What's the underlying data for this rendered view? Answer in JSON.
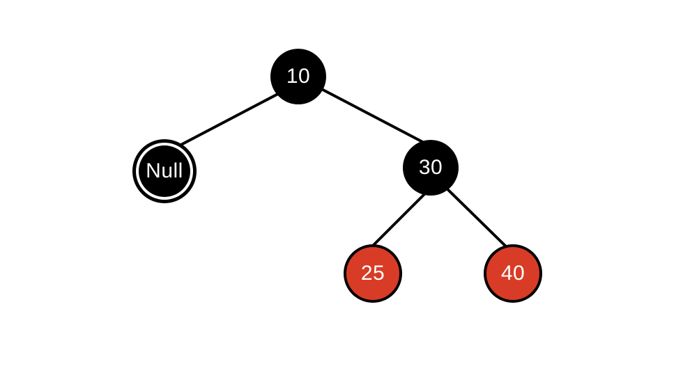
{
  "diagram": {
    "kind": "red-black-tree",
    "nodes": [
      {
        "id": "10",
        "label": "10",
        "color": "black",
        "double_ring": false
      },
      {
        "id": "null",
        "label": "Null",
        "color": "black",
        "double_ring": true
      },
      {
        "id": "30",
        "label": "30",
        "color": "black",
        "double_ring": false
      },
      {
        "id": "25",
        "label": "25",
        "color": "red",
        "double_ring": false
      },
      {
        "id": "40",
        "label": "40",
        "color": "red",
        "double_ring": false
      }
    ],
    "edges": [
      {
        "from": "10",
        "to": "null"
      },
      {
        "from": "10",
        "to": "30"
      },
      {
        "from": "30",
        "to": "25"
      },
      {
        "from": "30",
        "to": "40"
      }
    ]
  },
  "colors": {
    "background": "#ffffff",
    "node_black": "#000000",
    "node_red": "#d83c26",
    "node_outline": "#000000",
    "edge": "#000000",
    "label_text": "#ffffff",
    "ring_gap": "#ffffff"
  }
}
